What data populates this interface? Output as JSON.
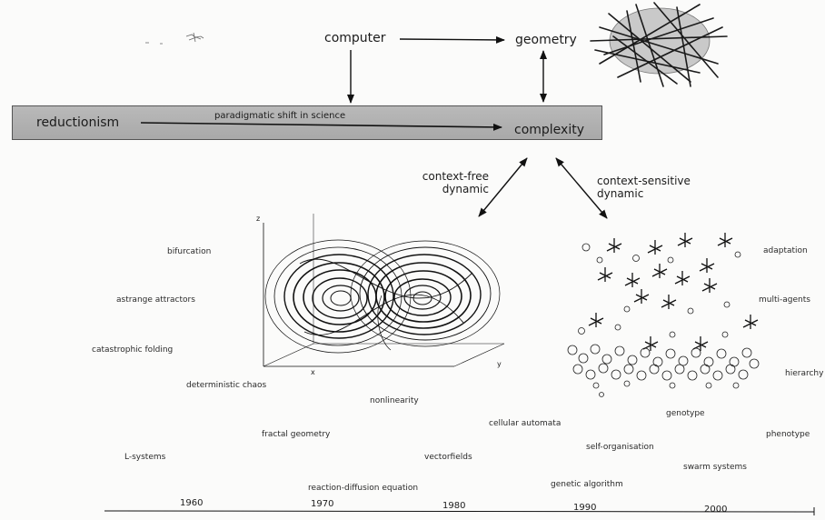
{
  "top": {
    "computer": "computer",
    "geometry": "geometry"
  },
  "band": {
    "left": "reductionism",
    "shift": "paradigmatic shift in science",
    "right": "complexity"
  },
  "branches": {
    "free": [
      "context-free",
      "dynamic"
    ],
    "sensitive": [
      "context-sensitive",
      "dynamic"
    ]
  },
  "attractor_axes": {
    "z": "z",
    "x": "x",
    "y": "y"
  },
  "concepts_left": {
    "bifurcation": "bifurcation",
    "strange_attractors": "astrange attractors",
    "catastrophic_folding": "catastrophic folding",
    "deterministic_chaos": "deterministic chaos",
    "nonlinearity": "nonlinearity",
    "fractal_geometry": "fractal geometry",
    "l_systems": "L-systems",
    "vectorfields": "vectorfields",
    "reaction_diffusion": "reaction-diffusion equation"
  },
  "concepts_right": {
    "adaptation": "adaptation",
    "multi_agents": "multi-agents",
    "hierarchy": "hierarchy",
    "cellular_automata": "cellular automata",
    "genotype": "genotype",
    "phenotype": "phenotype",
    "self_organisation": "self-organisation",
    "swarm_systems": "swarm systems",
    "genetic_algorithm": "genetic algorithm"
  },
  "timeline": {
    "years": [
      "1960",
      "1970",
      "1980",
      "1990",
      "2000"
    ]
  }
}
